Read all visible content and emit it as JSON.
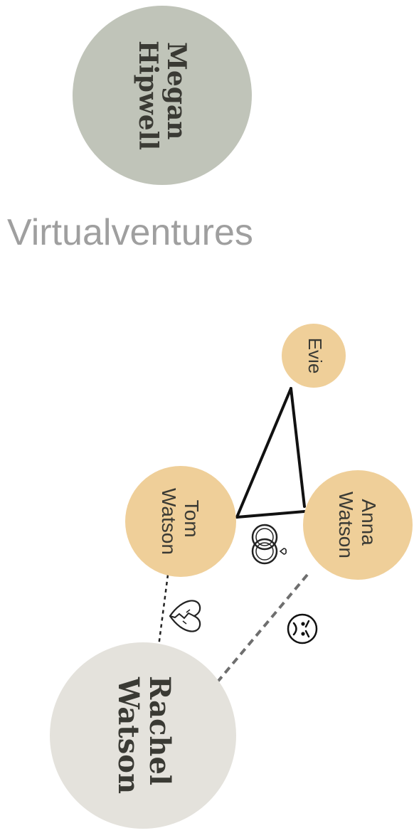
{
  "watermark": "Virtualventures",
  "nodes": {
    "megan": {
      "line1": "Megan",
      "line2": "Hipwell"
    },
    "evie": {
      "line1": "Evie"
    },
    "tom": {
      "line1": "Tom",
      "line2": "Watson"
    },
    "anna": {
      "line1": "Anna",
      "line2": "Watson"
    },
    "rachel": {
      "line1": "Rachel",
      "line2": "Watson"
    }
  },
  "colors": {
    "megan_fill": "#c0c4b9",
    "tan_fill": "#efcf99",
    "rachel_fill": "#e4e2dc",
    "dark_text": "#3a3a34",
    "watermark_text": "#8f8f8f",
    "line": "#111111",
    "dashed_line": "#6e6e6e"
  },
  "relationships": [
    {
      "from": "Evie",
      "to": "Tom Watson",
      "style": "solid"
    },
    {
      "from": "Evie",
      "to": "Anna Watson",
      "style": "solid"
    },
    {
      "from": "Tom Watson",
      "to": "Anna Watson",
      "style": "solid",
      "icon": "wedding-rings-icon"
    },
    {
      "from": "Tom Watson",
      "to": "Rachel Watson",
      "style": "dashed",
      "icon": "broken-heart-icon"
    },
    {
      "from": "Anna Watson",
      "to": "Rachel Watson",
      "style": "dashed",
      "icon": "angry-face-icon"
    }
  ]
}
